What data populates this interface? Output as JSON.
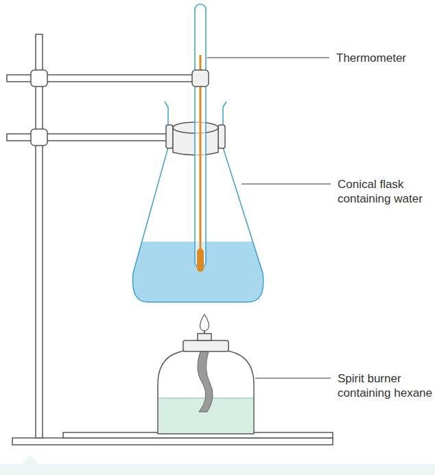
{
  "diagram": {
    "labels": [
      "Thermometer",
      "Conical flask containing water",
      "Spirit burner containing hexane"
    ]
  }
}
